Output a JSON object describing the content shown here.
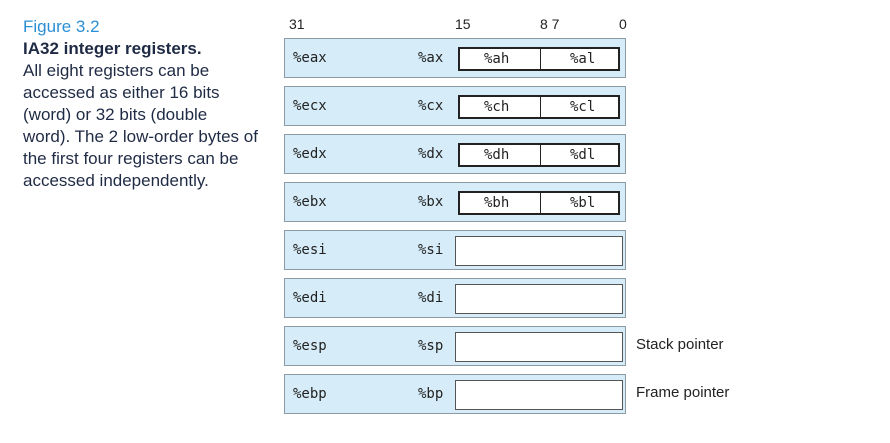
{
  "caption": {
    "figure": "Figure 3.2",
    "title": "IA32 integer registers.",
    "body": "All eight registers can be accessed as either 16 bits (word) or 32 bits (double word). The 2 low-order bytes of the first four registers can be accessed independently."
  },
  "bit_labels": [
    "31",
    "15",
    "8 7",
    "0"
  ],
  "registers": [
    {
      "reg32": "%eax",
      "reg16": "%ax",
      "high_byte": "%ah",
      "low_byte": "%al",
      "note": ""
    },
    {
      "reg32": "%ecx",
      "reg16": "%cx",
      "high_byte": "%ch",
      "low_byte": "%cl",
      "note": ""
    },
    {
      "reg32": "%edx",
      "reg16": "%dx",
      "high_byte": "%dh",
      "low_byte": "%dl",
      "note": ""
    },
    {
      "reg32": "%ebx",
      "reg16": "%bx",
      "high_byte": "%bh",
      "low_byte": "%bl",
      "note": ""
    },
    {
      "reg32": "%esi",
      "reg16": "%si",
      "high_byte": "",
      "low_byte": "",
      "note": ""
    },
    {
      "reg32": "%edi",
      "reg16": "%di",
      "high_byte": "",
      "low_byte": "",
      "note": ""
    },
    {
      "reg32": "%esp",
      "reg16": "%sp",
      "high_byte": "",
      "low_byte": "",
      "note": "Stack pointer"
    },
    {
      "reg32": "%ebp",
      "reg16": "%bp",
      "high_byte": "",
      "low_byte": "",
      "note": "Frame pointer"
    }
  ],
  "colors": {
    "register_fill": "#d6ecf8",
    "figure_label": "#2a8fd6"
  }
}
